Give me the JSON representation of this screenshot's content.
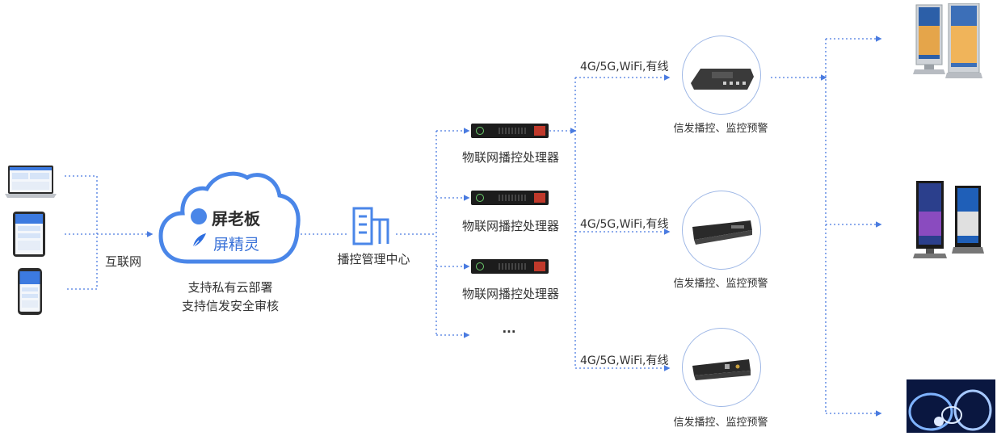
{
  "colors": {
    "line": "#4a7be0",
    "cloud": "#4a86e8",
    "text": "#333333"
  },
  "clients": {
    "label": "互联网",
    "devices": [
      "laptop-icon",
      "tablet-icon",
      "phone-icon"
    ]
  },
  "cloud": {
    "brand1": "屏老板",
    "brand2": "屏精灵",
    "line1": "支持私有云部署",
    "line2": "支持信发安全审核"
  },
  "center": {
    "label": "播控管理中心",
    "icon": "building-icon"
  },
  "processors": [
    {
      "label": "物联网播控处理器"
    },
    {
      "label": "物联网播控处理器"
    },
    {
      "label": "物联网播控处理器"
    }
  ],
  "ellipsis": "...",
  "connections": [
    {
      "label": "4G/5G,WiFi,有线",
      "caption": "信发播控、监控预警"
    },
    {
      "label": "4G/5G,WiFi,有线",
      "caption": "信发播控、监控预警"
    },
    {
      "label": "4G/5G,WiFi,有线",
      "caption": "信发播控、监控预警"
    }
  ],
  "displays": [
    "standing-kiosk-icon",
    "standing-kiosk-icon",
    "led-wall-icon"
  ]
}
